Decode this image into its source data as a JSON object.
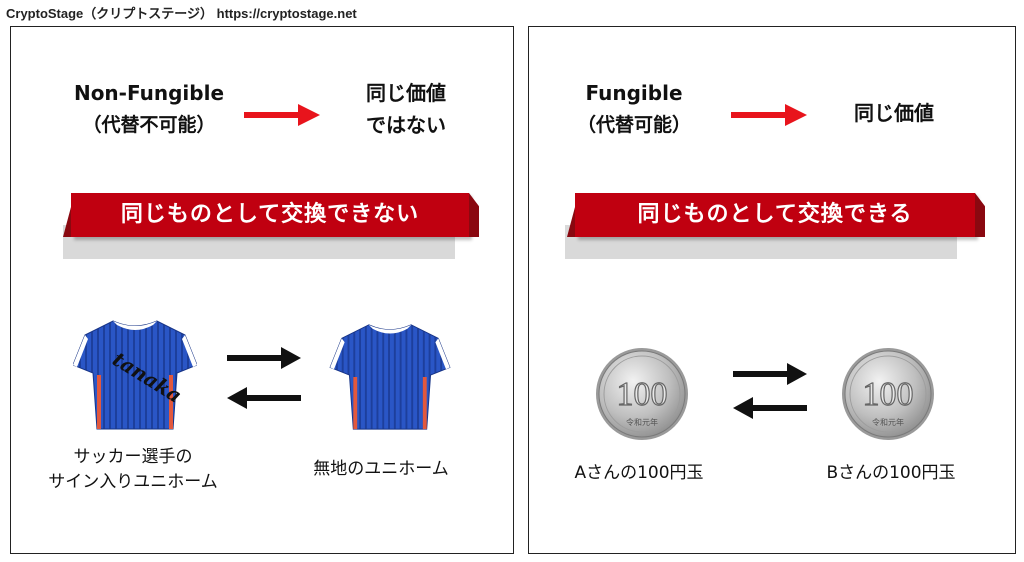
{
  "header": {
    "text": "CryptoStage（クリプトステージ） https://cryptostage.net"
  },
  "left": {
    "term": "Non-Fungible",
    "term_sub": "（代替不可能）",
    "result_line1": "同じ価値",
    "result_line2": "ではない",
    "banner": "同じものとして交換できない",
    "item_a_line1": "サッカー選手の",
    "item_a_line2": "サイン入りユニホーム",
    "item_b": "無地のユニホーム",
    "signature": "tanaka"
  },
  "right": {
    "term": "Fungible",
    "term_sub": "（代替可能）",
    "result": "同じ価値",
    "banner": "同じものとして交換できる",
    "item_a": "Aさんの100円玉",
    "item_b": "Bさんの100円玉",
    "coin_value": "100",
    "coin_text": "令和元年"
  },
  "colors": {
    "banner_red": "#c00010",
    "arrow_red": "#e8141c",
    "jersey_blue": "#2a56c6"
  },
  "icons": {
    "term_arrow": "right-arrow-icon",
    "exchange": "exchange-arrows-icon",
    "jersey": "soccer-jersey-icon",
    "coin": "100-yen-coin-icon"
  }
}
